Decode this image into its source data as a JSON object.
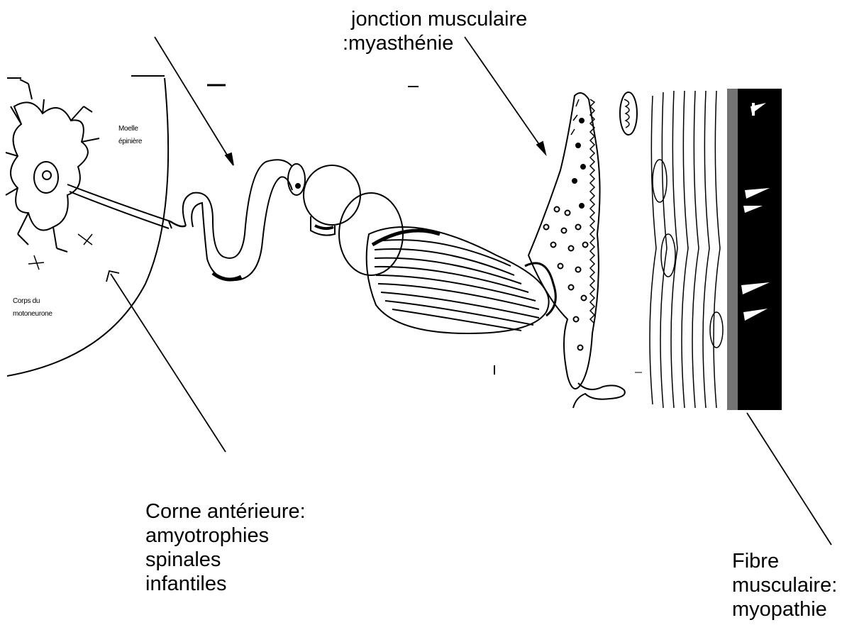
{
  "labels": {
    "junction": {
      "lines": [
        "jonction musculaire",
        ":myasthénie"
      ]
    },
    "anterior_horn": {
      "lines": [
        "Corne antérieure:",
        "amyotrophies",
        "spinales",
        "infantiles"
      ]
    },
    "muscle_fiber": {
      "lines": [
        "Fibre",
        "musculaire:",
        "myopathie"
      ]
    },
    "motor_neuron": {
      "lines": [
        "Moelle",
        "épinière"
      ]
    },
    "cell_body": {
      "lines": [
        "Corps du",
        "motoneurone"
      ]
    }
  },
  "colors": {
    "ink": "#000000",
    "background": "#ffffff",
    "muscle_dark": "#000000"
  }
}
